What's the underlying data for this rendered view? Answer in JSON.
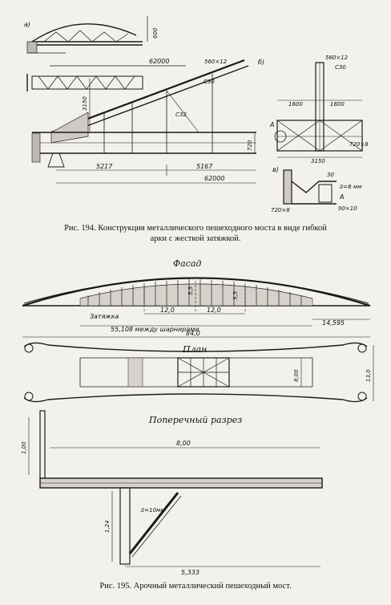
{
  "fig194": {
    "caption_line1": "Рис. 194. Конструкция металлического пешеходного моста в виде гибкой",
    "caption_line2": "арки с жесткой затяжкой.",
    "panel_a": "а)",
    "panel_b": "б)",
    "panel_v": "в)",
    "dim_600": "600",
    "dim_62000_top": "62000",
    "dim_62000_bottom": "62000",
    "dim_3150_vert": "3150",
    "dim_720": "720",
    "dim_5217": "5217",
    "dim_5167": "5167",
    "sec_560x12_b": "560×12",
    "sec_c30_b": "С30",
    "sec_c32": "С32",
    "sec_560x12_right": "560×12",
    "sec_c30_right": "С30",
    "dim_1600_left": "1600",
    "dim_1600_right": "1600",
    "mark_A": "А",
    "sec_720x8": "720×8",
    "dim_3150_bottom": "3150",
    "detail_30": "30",
    "detail_d8": "δ=8 мм",
    "detail_A": "А",
    "detail_90x10": "90×10",
    "detail_720x8": "720×8"
  },
  "fig195": {
    "caption": "Рис. 195. Арочный металлический пешеходный мост.",
    "facade_title": "Фасад",
    "tie_label": "Затяжка",
    "dim_12_left": "12,0",
    "dim_12_right": "12,0",
    "dim_5_5_left": "5,5",
    "dim_5_5_right": "5,5",
    "dim_55108": "55,108 между шарнирами",
    "dim_14595": "14,595",
    "dim_84": "84,0",
    "plan_title": "План",
    "dim_8_plan": "8,00",
    "dim_13": "13,0",
    "section_title": "Поперечный разрез",
    "dim_1_00": "1,00",
    "dim_8_00": "8,00",
    "dim_delta10": "δ=10мм",
    "dim_1_24": "1,24",
    "dim_5333": "5,333"
  }
}
